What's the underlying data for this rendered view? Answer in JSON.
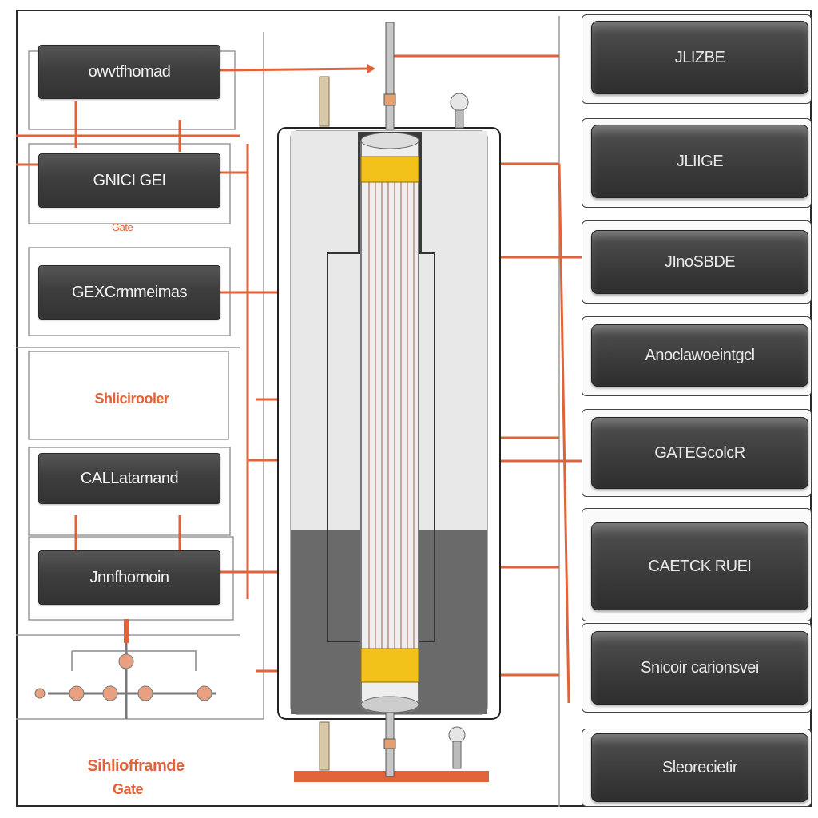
{
  "left_boxes": [
    {
      "label": "owvtfhomad"
    },
    {
      "label": "GNICI GEI"
    },
    {
      "label": "GEXCrmmeimas"
    },
    {
      "label": "CALLatamand"
    },
    {
      "label": "Jnnfhornoin"
    }
  ],
  "left_labels": {
    "gate_small": "Gate",
    "sublabel": "Shlicirooler",
    "bottom_title": "Sihliofframde",
    "bottom_subtitle": "Gate"
  },
  "right_boxes": [
    {
      "label": "JLIZBE"
    },
    {
      "label": "JLIIGE"
    },
    {
      "label": "JInoSBDE"
    },
    {
      "label": "Anoclawoeintgcl"
    },
    {
      "label": "GATEGcolcR"
    },
    {
      "label": "CAETCK RUEI"
    },
    {
      "label": "Snicoir carionsvei"
    },
    {
      "label": "Sleorecietir"
    }
  ],
  "colors": {
    "wire": "#e0633a",
    "box_dark": "#3a3a3a",
    "insulator": "#f2c21b",
    "frame": "#2b2b2b"
  },
  "icons": [
    "vacuum-tube-icon",
    "bolt-terminal-icon",
    "connector-bead-icon"
  ]
}
